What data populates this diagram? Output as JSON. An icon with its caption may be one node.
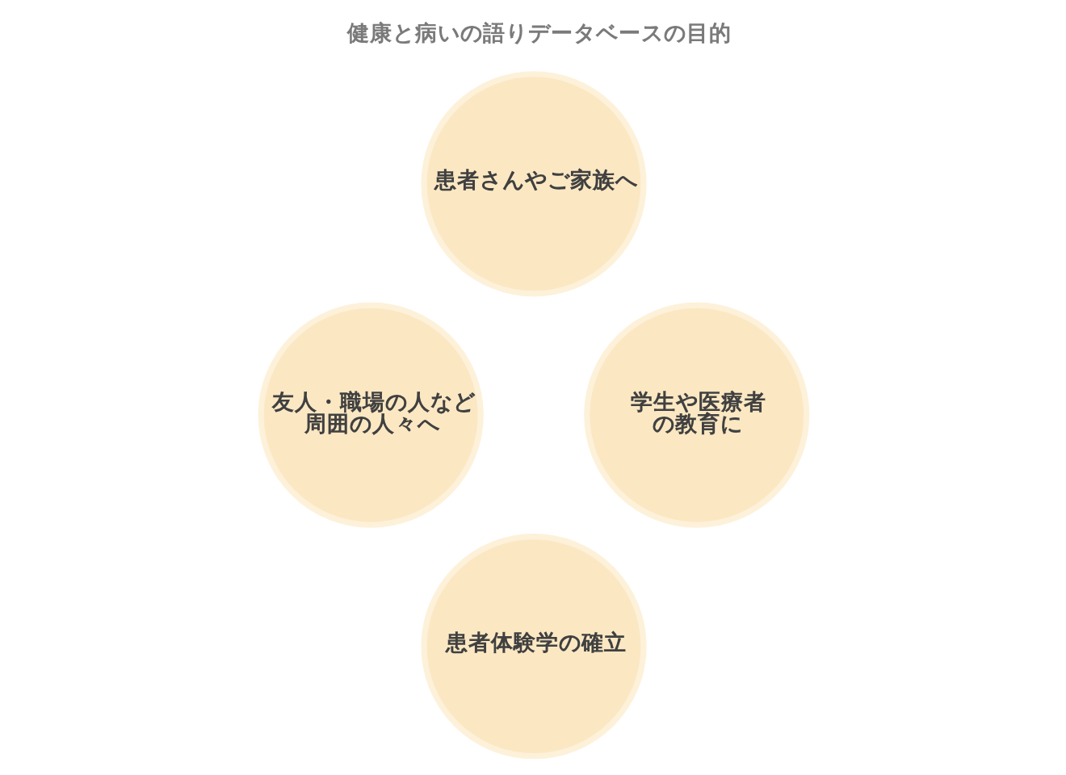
{
  "diagram": {
    "title": "健康と病いの語りデータベースの目的",
    "nodes": [
      {
        "text": [
          "患者さんやご家族へ"
        ]
      },
      {
        "text": [
          "友人・職場の人など周囲の人々へ"
        ]
      },
      {
        "text": [
          "学生や医療者の教育に"
        ]
      },
      {
        "text": [
          "患者体験学の確立"
        ]
      }
    ]
  }
}
